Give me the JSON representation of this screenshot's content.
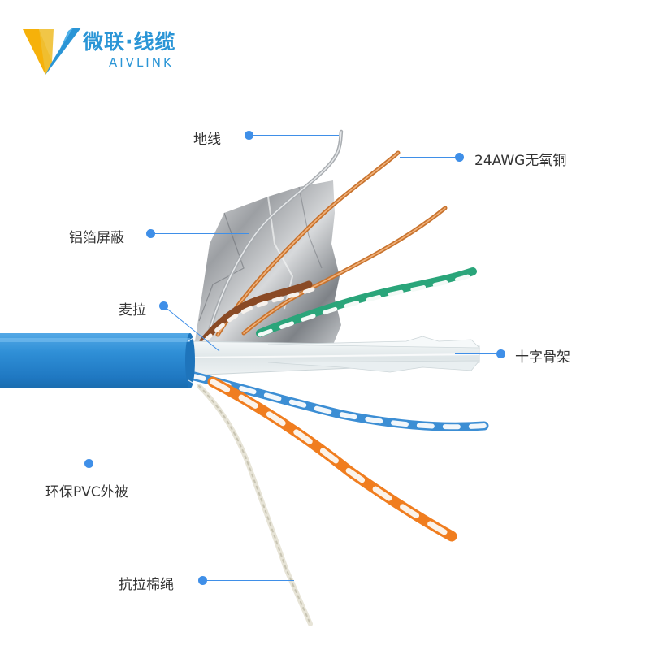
{
  "brand": {
    "name_cn": "微联·线缆",
    "name_en": "AIVLINK",
    "accent_color": "#2a95d6",
    "logo_icon": "v-check-logo-icon"
  },
  "labels": {
    "ground_wire": "地线",
    "copper": "24AWG无氧铜",
    "foil_shield": "铝箔屏蔽",
    "ripcord": "麦拉",
    "cross_filler": "十字骨架",
    "jacket": "环保PVC外被",
    "tensile_cord": "抗拉棉绳"
  },
  "colors": {
    "callout": "#3f8fe8",
    "jacket": "#2f8fd6",
    "copper": "#c8732e",
    "pair_green": "#2aa57a",
    "pair_blue": "#3c8ed4",
    "pair_orange": "#f07d1f",
    "pair_brown": "#8a4a25"
  }
}
